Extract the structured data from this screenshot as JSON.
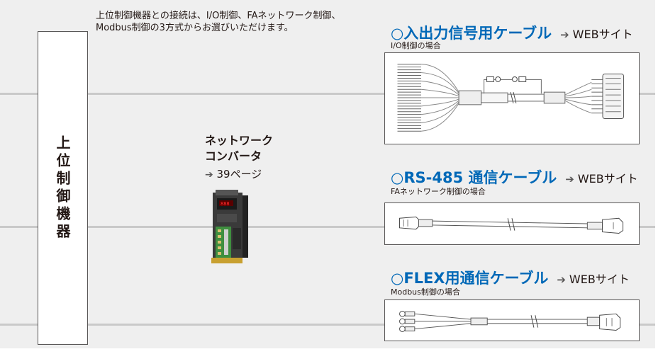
{
  "intro": {
    "line1": "上位制御機器との接続は、I/O制御、FAネットワーク制御、",
    "line2": "Modbus制御の3方式からお選びいただけます。"
  },
  "host": {
    "label": "上位制御機器"
  },
  "converter": {
    "title_line1": "ネットワーク",
    "title_line2": "コンバータ",
    "arrow": "➔",
    "page_ref": "39ページ"
  },
  "cables": [
    {
      "circle": "○",
      "name": "入出力信号用ケーブル",
      "arrow": "➔",
      "link": "WEBサイト",
      "case": "I/O制御の場合"
    },
    {
      "circle": "○",
      "name": "RS-485 通信ケーブル",
      "arrow": "➔",
      "link": "WEBサイト",
      "case": "FAネットワーク制御の場合"
    },
    {
      "circle": "○",
      "name": "FLEX用通信ケーブル",
      "arrow": "➔",
      "link": "WEBサイト",
      "case": "Modbus制御の場合"
    }
  ],
  "colors": {
    "accent": "#0068b7",
    "text": "#231815",
    "background": "#efefef",
    "line": "#c9c9c9"
  }
}
